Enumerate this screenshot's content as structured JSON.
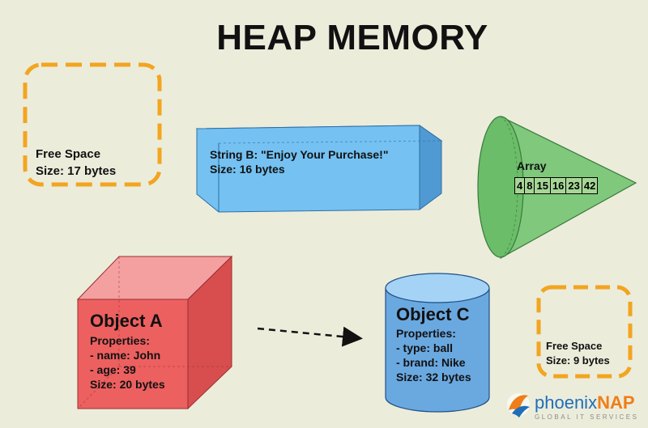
{
  "title": "HEAP MEMORY",
  "free_space_1": {
    "label": "Free Space",
    "size": "Size: 17 bytes"
  },
  "string_b": {
    "label": "String B: \"Enjoy Your Purchase!\"",
    "size": "Size: 16 bytes"
  },
  "array": {
    "label": "Array",
    "values": [
      "4",
      "8",
      "15",
      "16",
      "23",
      "42"
    ]
  },
  "object_a": {
    "name": "Object A",
    "lines": [
      "Properties:",
      "- name: John",
      "- age: 39",
      "Size: 20 bytes"
    ]
  },
  "object_c": {
    "name": "Object C",
    "lines": [
      "Properties:",
      "- type: ball",
      "- brand: Nike",
      "Size: 32 bytes"
    ]
  },
  "free_space_2": {
    "label": "Free Space",
    "size": "Size: 9 bytes"
  },
  "logo": {
    "brand_a": "phoenix",
    "brand_b": "NAP",
    "tagline": "GLOBAL IT SERVICES"
  },
  "colors": {
    "background": "#ececdb",
    "free_space_border": "#f2a51f",
    "string_box": "#74c1f2",
    "cone": "#7fc87c",
    "cube": "#ec6060",
    "cylinder": "#6aa8e0",
    "logo_blue": "#1e6fb8",
    "logo_orange": "#f07d18"
  },
  "icons": {
    "logo": "phoenix-bird-icon",
    "connector": "dashed-arrow-icon"
  }
}
